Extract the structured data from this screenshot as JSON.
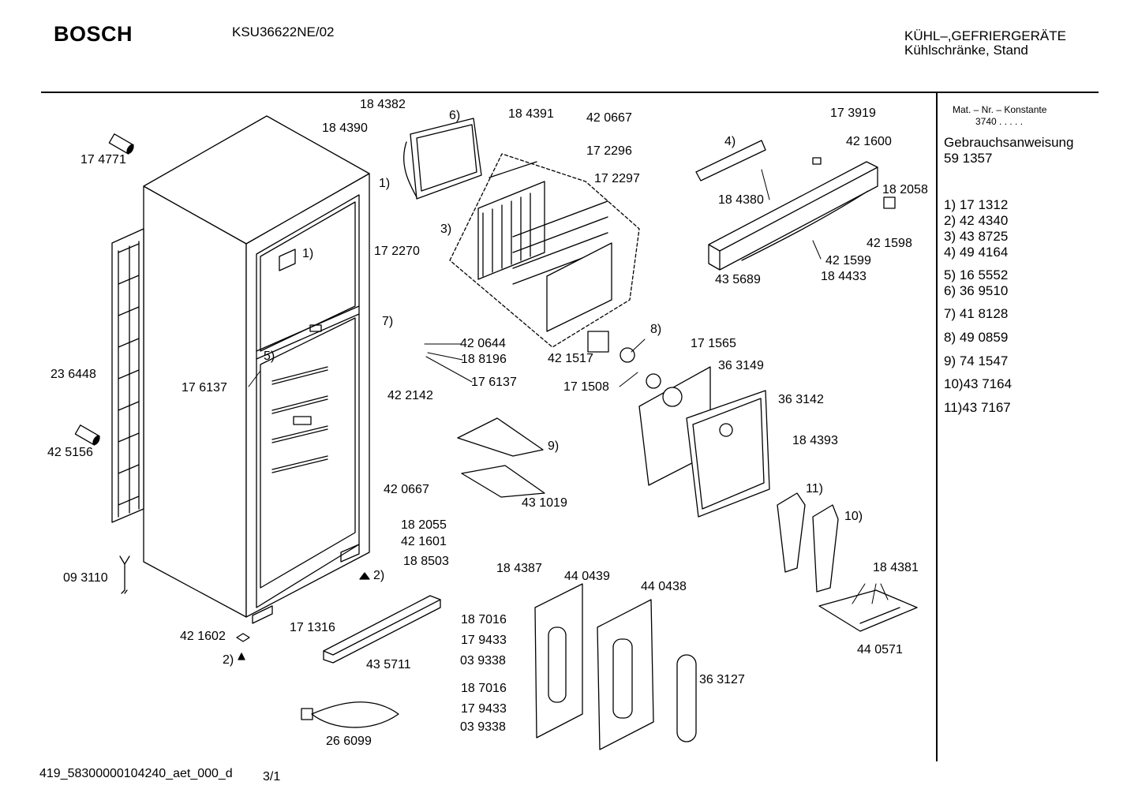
{
  "header": {
    "brand": "BOSCH",
    "model": "KSU36622NE/02",
    "category_line1": "KÜHL–,GEFRIERGERÄTE",
    "category_line2": "Kühlschränke, Stand"
  },
  "sidebar": {
    "mat_label": "Mat. – Nr. – Konstante",
    "mat_value": "3740 . . . . .",
    "manual_label": "Gebrauchsanweisung",
    "manual_number": "59 1357",
    "legend": [
      "1)  17 1312",
      "2)  42 4340",
      "3)  43 8725",
      "4)  49 4164",
      "5)  16 5552",
      "6)  36 9510",
      "7)  41 8128",
      "8)  49 0859",
      "9)  74 1547",
      "10)43 7164",
      "11)43 7167"
    ]
  },
  "parts": {
    "p174771": "17 4771",
    "p184382": "18 4382",
    "p184390": "18 4390",
    "c6": "6)",
    "p184391": "18 4391",
    "p420667a": "42 0667",
    "p172296": "17 2296",
    "p172297": "17 2297",
    "c4": "4)",
    "p173919": "17 3919",
    "p421600": "42 1600",
    "p182058": "18 2058",
    "p184380": "18 4380",
    "p421598": "42 1598",
    "p421599": "42 1599",
    "p184433": "18 4433",
    "p435689": "43 5689",
    "c1a": "1)",
    "p172270": "17 2270",
    "c3": "3)",
    "c1b": "1)",
    "c7": "7)",
    "p420644": "42 0644",
    "p188196": "18 8196",
    "p176137b": "17 6137",
    "p422142": "42 2142",
    "c5": "5)",
    "p176137a": "17 6137",
    "p236448": "23 6448",
    "p425156": "42 5156",
    "p421517": "42 1517",
    "c8": "8)",
    "p171565": "17 1565",
    "p363149": "36 3149",
    "p171508": "17 1508",
    "p363142": "36 3142",
    "c9": "9)",
    "p431019": "43 1019",
    "p420667b": "42 0667",
    "p182055": "18 2055",
    "p421601": "42 1601",
    "p188503": "18 8503",
    "p184393": "18 4393",
    "c11": "11)",
    "c10": "10)",
    "p093110": "09 3110",
    "c2a": "2)",
    "p184387": "18 4387",
    "p440439": "44 0439",
    "p440438": "44 0438",
    "p184381": "18 4381",
    "p421602": "42 1602",
    "p171316": "17 1316",
    "c2b": "2)",
    "p187016a": "18 7016",
    "p179433a": "17 9433",
    "p039338a": "03 9338",
    "p435711": "43 5711",
    "p440571": "44 0571",
    "p187016b": "18 7016",
    "p179433b": "17 9433",
    "p039338b": "03 9338",
    "p363127": "36 3127",
    "p266099": "26 6099"
  },
  "footer": {
    "doc_id": "419_58300000104240_aet_000_d",
    "sheet": "3/1"
  }
}
